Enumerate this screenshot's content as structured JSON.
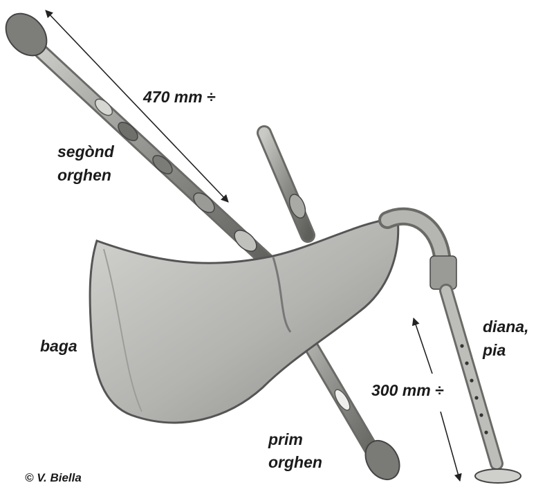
{
  "labels": {
    "length_long": "470 mm ÷",
    "second_drone_line1": "segònd",
    "second_drone_line2": "orghen",
    "bag": "baga",
    "first_drone_line1": "prim",
    "first_drone_line2": "orghen",
    "chanter_line1": "diana,",
    "chanter_line2": "pia",
    "length_short": "300 mm ÷",
    "credit": "© V. Biella"
  },
  "colors": {
    "text": "#1b1b1b",
    "bag_fill": "#b9b9b6",
    "wood": "#8f8f8c",
    "arrow": "#222222"
  }
}
